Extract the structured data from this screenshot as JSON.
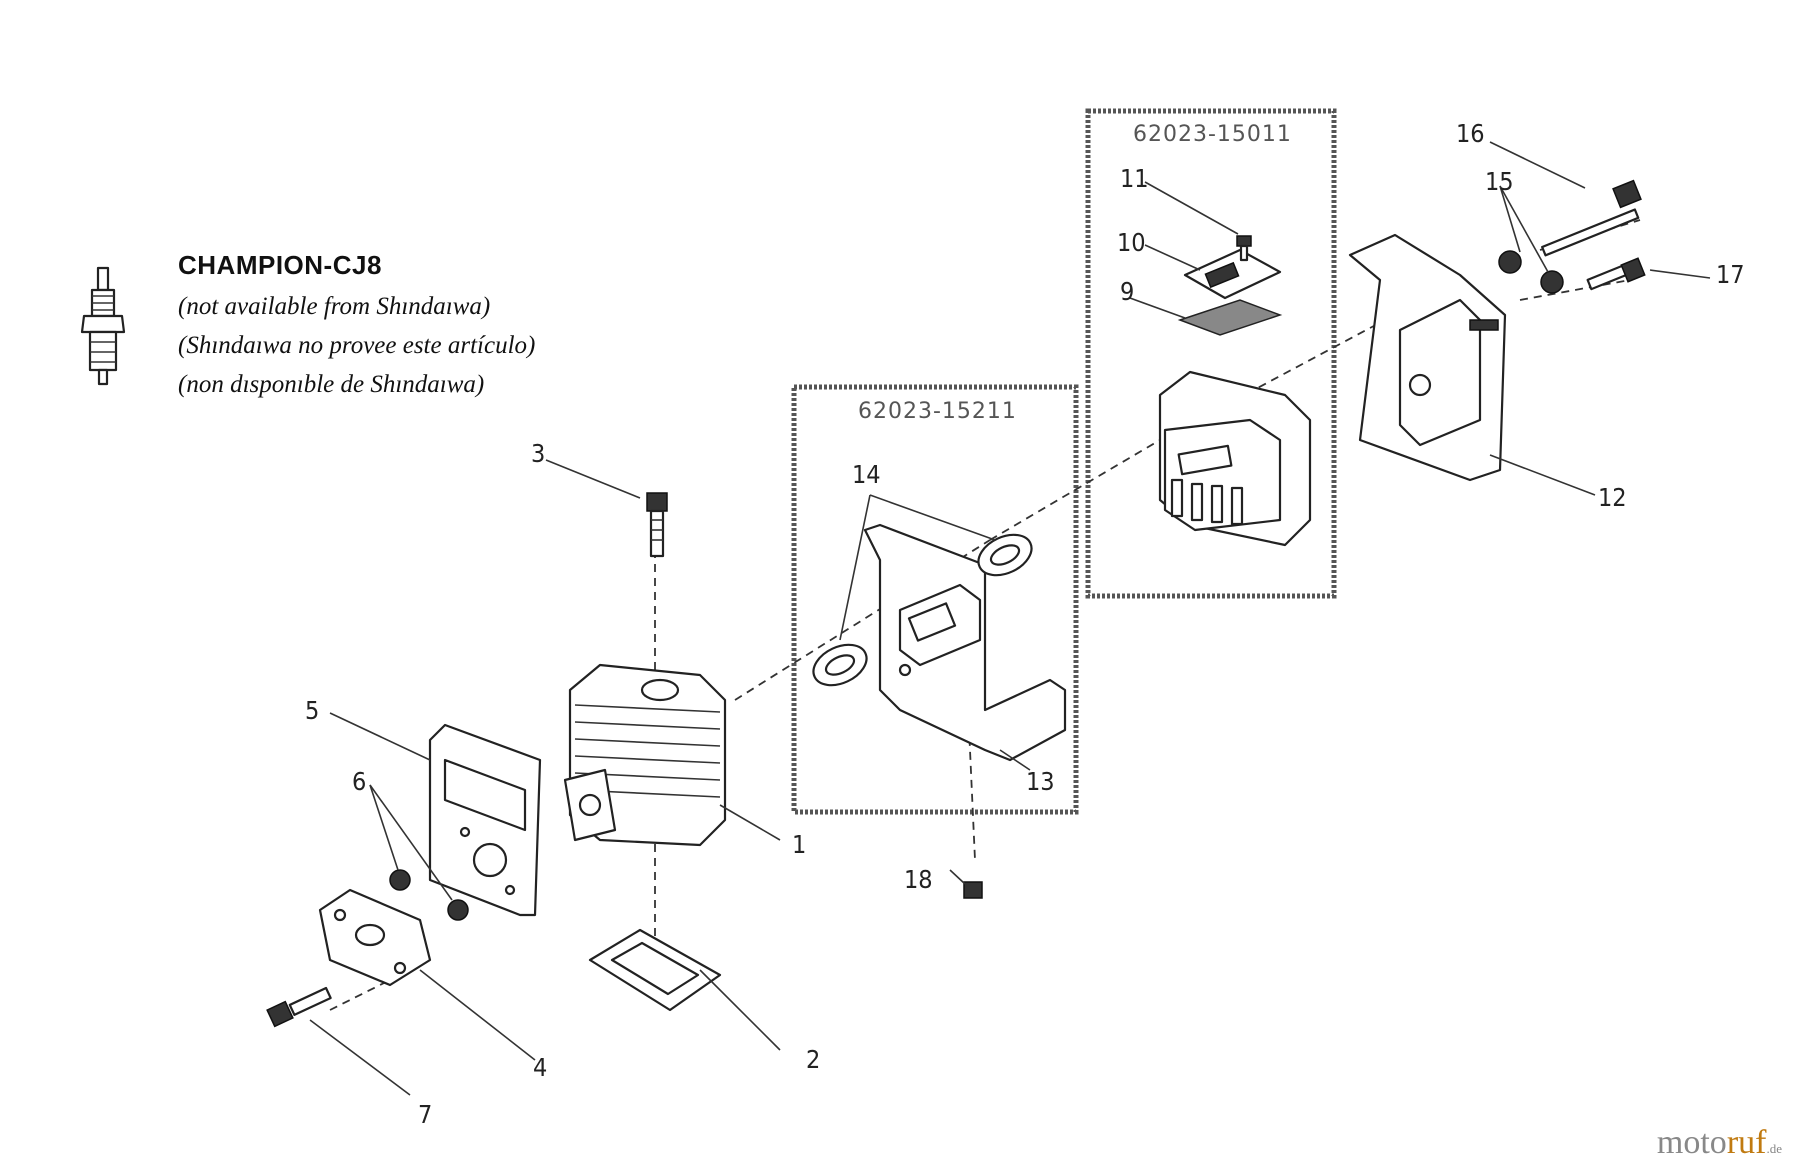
{
  "note": {
    "title": "CHAMPION-CJ8",
    "lines": [
      "(not available from Shındaıwa)",
      "(Shındaıwa no provee este artículo)",
      "(non dısponıble de Shındaıwa)"
    ]
  },
  "kits": {
    "muffler_kit": "62023-15011",
    "bracket_kit": "62023-15211"
  },
  "callouts": {
    "c1": "1",
    "c2": "2",
    "c3": "3",
    "c4": "4",
    "c5": "5",
    "c6": "6",
    "c7": "7",
    "c9": "9",
    "c10": "10",
    "c11": "11",
    "c12": "12",
    "c13": "13",
    "c14": "14",
    "c15": "15",
    "c16": "16",
    "c17": "17",
    "c18": "18"
  },
  "watermark": {
    "brand_start": "moto",
    "brand_mid": "ruf",
    "suffix": ".de"
  }
}
